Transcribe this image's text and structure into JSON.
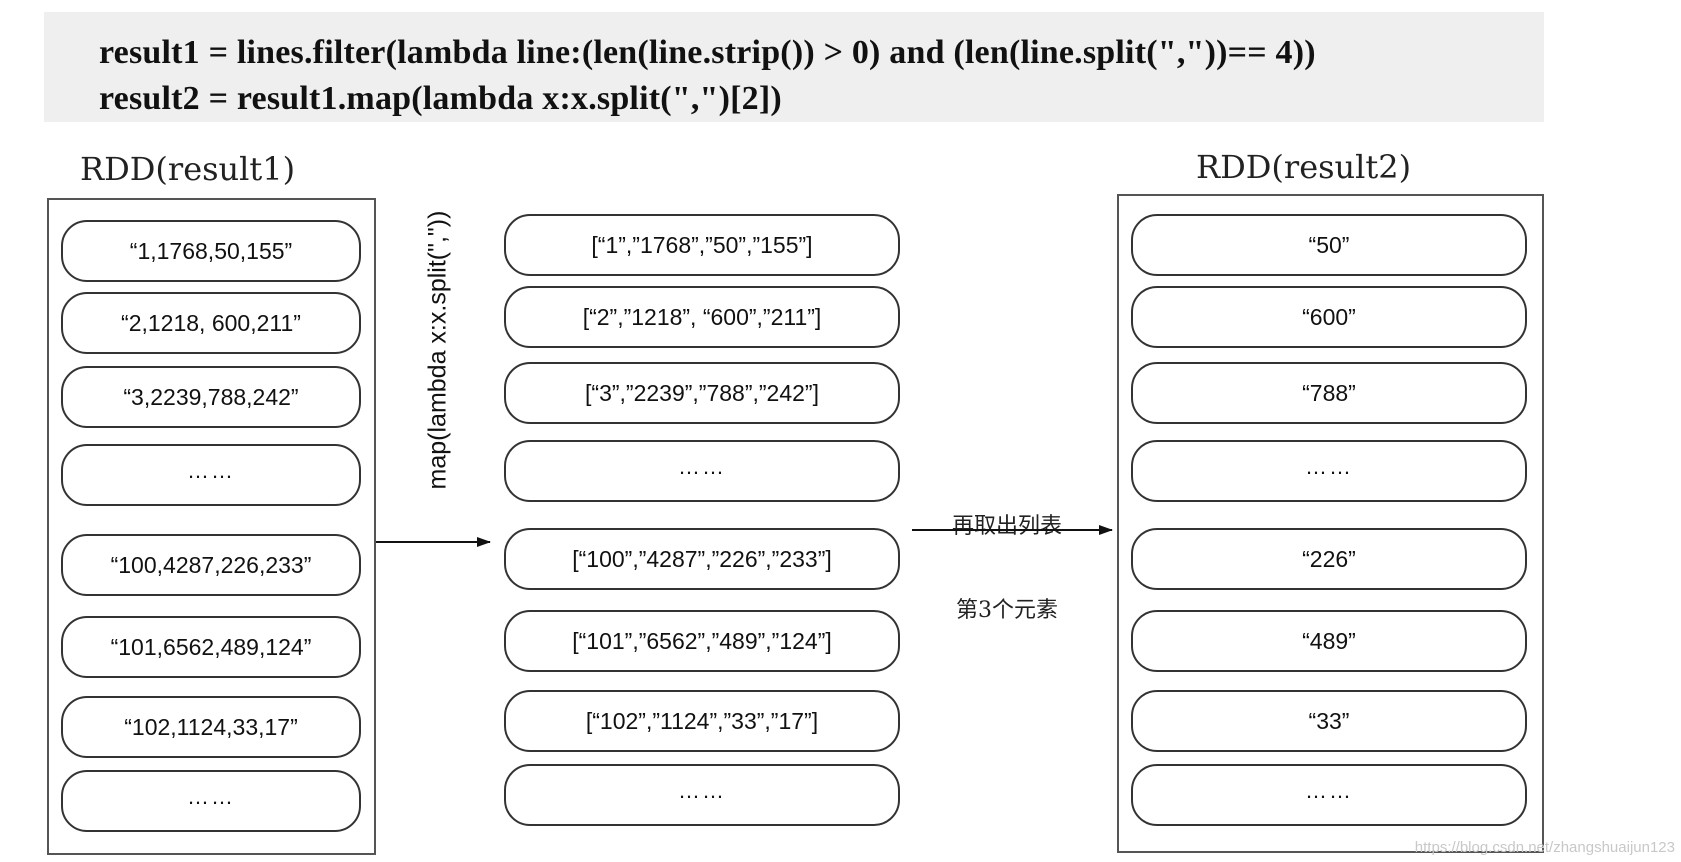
{
  "code": {
    "line1": "result1 = lines.filter(lambda line:(len(line.strip()) > 0) and (len(line.split(\",\"))== 4))",
    "line2": "result2 = result1.map(lambda x:x.split(\",\")[2])"
  },
  "left_panel": {
    "title": "RDD(result1)",
    "items": [
      "“1,1768,50,155”",
      "“2,1218, 600,211”",
      "“3,2239,788,242”",
      "……",
      "“100,4287,226,233”",
      "“101,6562,489,124”",
      "“102,1124,33,17”",
      "……"
    ]
  },
  "map_label": "map(lambda x:x.split(\",\"))",
  "middle_panel": {
    "items": [
      "[“1”,”1768”,”50”,”155”]",
      "[“2”,”1218”, “600”,”211”]",
      "[“3”,”2239”,”788”,”242”]",
      "……",
      "[“100”,”4287”,”226”,”233”]",
      "[“101”,”6562”,”489”,”124”]",
      "[“102”,”1124”,”33”,”17”]",
      "……"
    ]
  },
  "take_label": {
    "line1": "再取出列表",
    "line2": "第3个元素"
  },
  "right_panel": {
    "title": "RDD(result2)",
    "items": [
      "“50”",
      "“600”",
      "“788”",
      "……",
      "“226”",
      "“489”",
      "“33”",
      "……"
    ]
  },
  "watermark": "https://blog.csdn.net/zhangshuaijun123",
  "colors": {
    "banner_bg": "#efefef",
    "border": "#333333",
    "text": "#111111",
    "watermark": "#c8c8c8"
  }
}
